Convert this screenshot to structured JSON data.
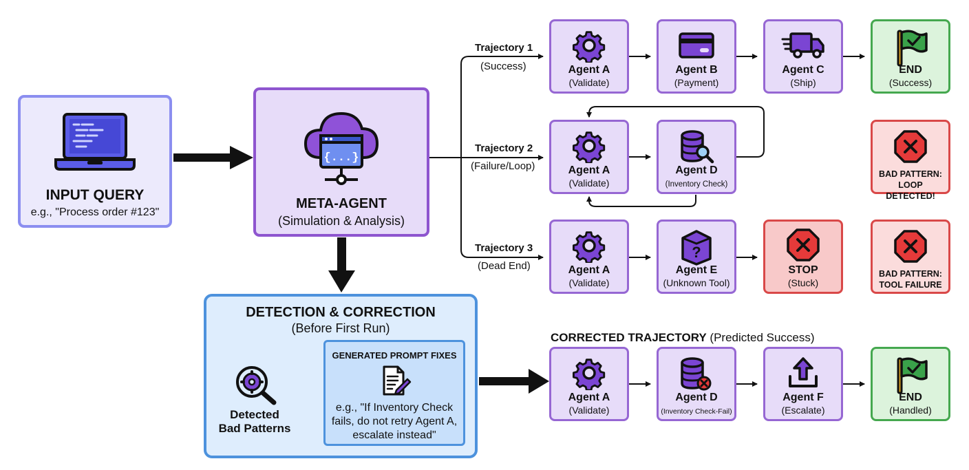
{
  "input": {
    "title": "INPUT QUERY",
    "subtitle": "e.g., \"Process order #123\"",
    "icon": "laptop-icon"
  },
  "meta_agent": {
    "title": "META-AGENT",
    "subtitle": "(Simulation & Analysis)",
    "icon": "cloud-code-icon"
  },
  "trajectories": [
    {
      "label": "Trajectory 1",
      "status": "(Success)"
    },
    {
      "label": "Trajectory 2",
      "status": "(Failure/Loop)"
    },
    {
      "label": "Trajectory 3",
      "status": "(Dead End)"
    }
  ],
  "nodes": {
    "t1_agent_a": {
      "title": "Agent A",
      "sub": "(Validate)",
      "icon": "gear-icon"
    },
    "t1_agent_b": {
      "title": "Agent B",
      "sub": "(Payment)",
      "icon": "credit-card-icon"
    },
    "t1_agent_c": {
      "title": "Agent C",
      "sub": "(Ship)",
      "icon": "truck-icon"
    },
    "t1_end": {
      "title": "END",
      "sub": "(Success)",
      "icon": "flag-check-icon"
    },
    "t2_agent_a": {
      "title": "Agent A",
      "sub": "(Validate)",
      "icon": "gear-icon"
    },
    "t2_agent_d": {
      "title": "Agent D",
      "sub": "(Inventory Check)",
      "icon": "database-search-icon"
    },
    "t2_bad": {
      "label_line1": "BAD PATTERN:",
      "label_line2": "LOOP DETECTED!",
      "icon": "stop-x-icon"
    },
    "t3_agent_a": {
      "title": "Agent A",
      "sub": "(Validate)",
      "icon": "gear-icon"
    },
    "t3_agent_e": {
      "title": "Agent E",
      "sub": "(Unknown Tool)",
      "icon": "question-box-icon"
    },
    "t3_stop": {
      "title": "STOP",
      "sub": "(Stuck)",
      "icon": "stop-x-icon"
    },
    "t3_bad": {
      "label_line1": "BAD PATTERN:",
      "label_line2": "TOOL FAILURE",
      "icon": "stop-x-icon"
    },
    "c_agent_a": {
      "title": "Agent A",
      "sub": "(Validate)",
      "icon": "gear-icon"
    },
    "c_agent_d": {
      "title": "Agent D",
      "sub": "(Inventory Check-Fail)",
      "icon": "database-error-icon"
    },
    "c_agent_f": {
      "title": "Agent F",
      "sub": "(Escalate)",
      "icon": "upload-arrow-icon"
    },
    "c_end": {
      "title": "END",
      "sub": "(Handled)",
      "icon": "flag-check-icon"
    }
  },
  "detection": {
    "title": "DETECTION & CORRECTION",
    "subtitle": "(Before First Run)",
    "bad_patterns_line1": "Detected",
    "bad_patterns_line2": "Bad Patterns",
    "fixes_title": "GENERATED PROMPT FIXES",
    "fix_line1": "e.g., \"If Inventory Check",
    "fix_line2": "fails, do not retry Agent A,",
    "fix_line3": "escalate instead\""
  },
  "corrected": {
    "title": "CORRECTED TRAJECTORY",
    "status": "(Predicted Success)"
  },
  "colors": {
    "agent_fill": "#e7dcf9",
    "agent_border": "#9667d3",
    "success_fill": "#dcf3dc",
    "success_border": "#45a84f",
    "error_fill": "#fbdcdc",
    "error_border": "#d94848",
    "detect_fill": "#deedfd",
    "detect_border": "#4d92dd",
    "icon_purple": "#7b45d3"
  }
}
